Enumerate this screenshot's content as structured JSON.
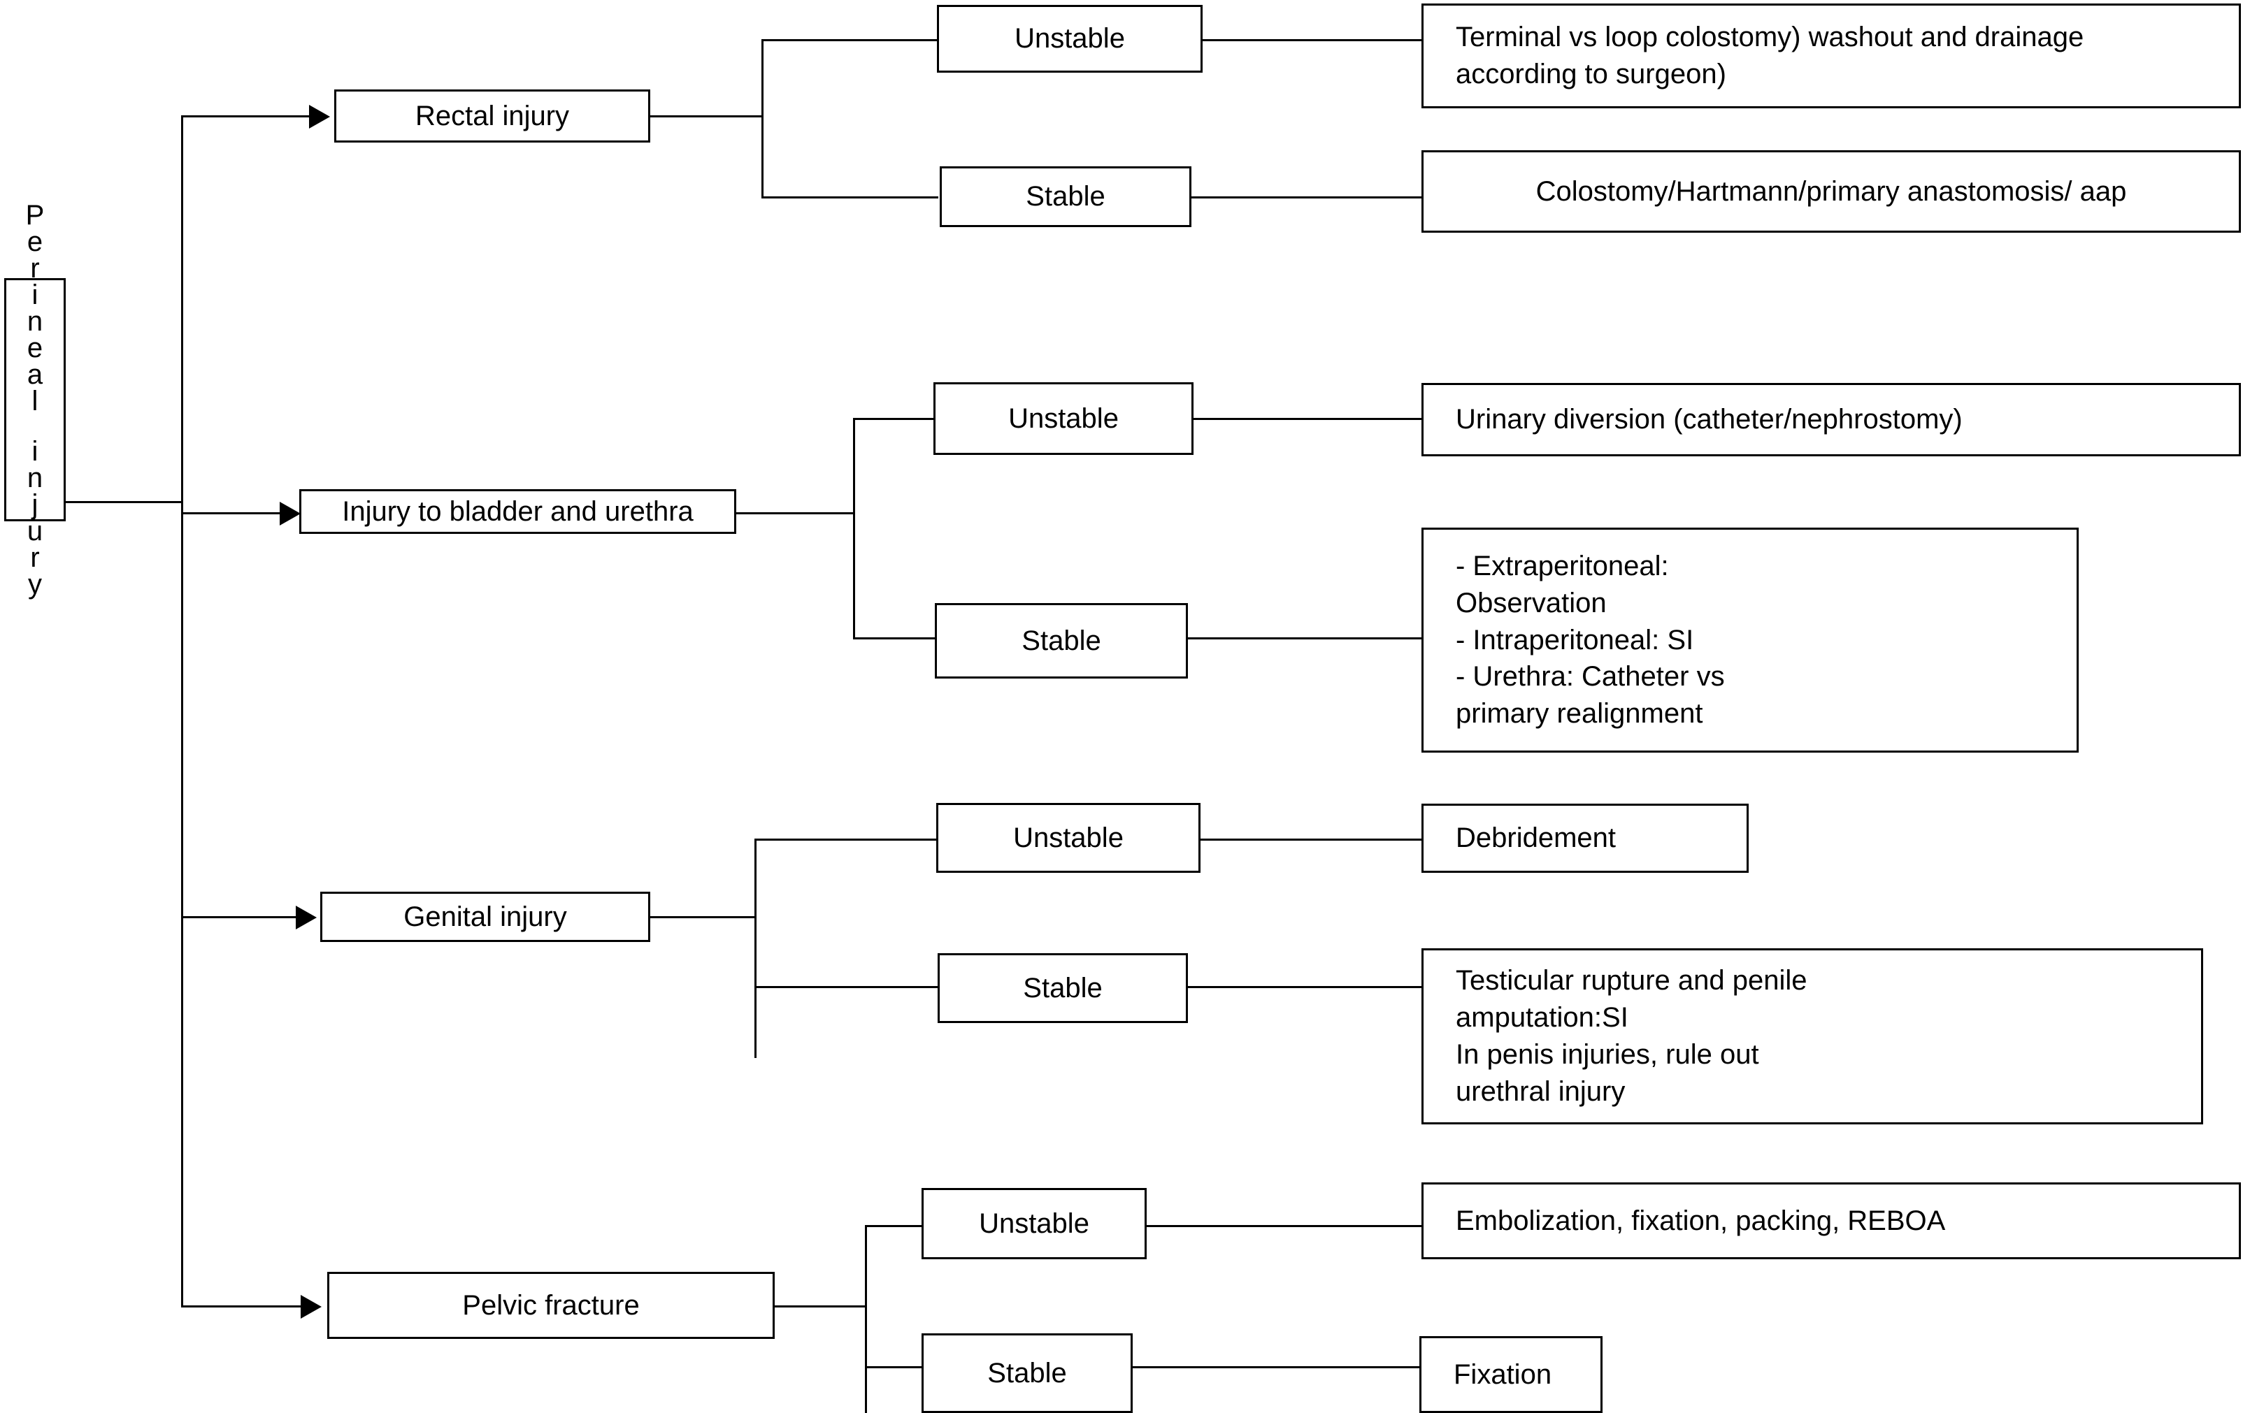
{
  "diagram": {
    "title": "Perineal injury management algorithm",
    "root": {
      "label": "Perineal injury",
      "letters": [
        "P",
        "e",
        "r",
        "i",
        "n",
        "e",
        "a",
        "l",
        "",
        "i",
        "n",
        "j",
        "u",
        "r",
        "y"
      ]
    },
    "branches": [
      {
        "id": "rectal",
        "label": "Rectal injury",
        "unstable_label": "Unstable",
        "stable_label": "Stable",
        "unstable_outcome": "Terminal vs loop colostomy) washout and drainage\naccording to surgeon)",
        "stable_outcome": "Colostomy/Hartmann/primary anastomosis/ aap"
      },
      {
        "id": "bladder",
        "label": "Injury to bladder and urethra",
        "unstable_label": "Unstable",
        "stable_label": "Stable",
        "unstable_outcome": "Urinary diversion (catheter/nephrostomy)",
        "stable_outcome": "-  Extraperitoneal:\n    Observation\n-  Intraperitoneal: SI\n-  Urethra: Catheter vs\n    primary realignment"
      },
      {
        "id": "genital",
        "label": "Genital injury",
        "unstable_label": "Unstable",
        "stable_label": "Stable",
        "unstable_outcome": "Debridement",
        "stable_outcome": "Testicular rupture and penile\namputation:SI\nIn penis injuries, rule out\nurethral injury"
      },
      {
        "id": "pelvic",
        "label": "Pelvic fracture",
        "unstable_label": "Unstable",
        "stable_label": "Stable",
        "unstable_outcome": "Embolization, fixation, packing, REBOA",
        "stable_outcome": "Fixation"
      }
    ],
    "colors": {
      "stroke": "#000000",
      "fill": "#ffffff",
      "text": "#000000"
    }
  }
}
